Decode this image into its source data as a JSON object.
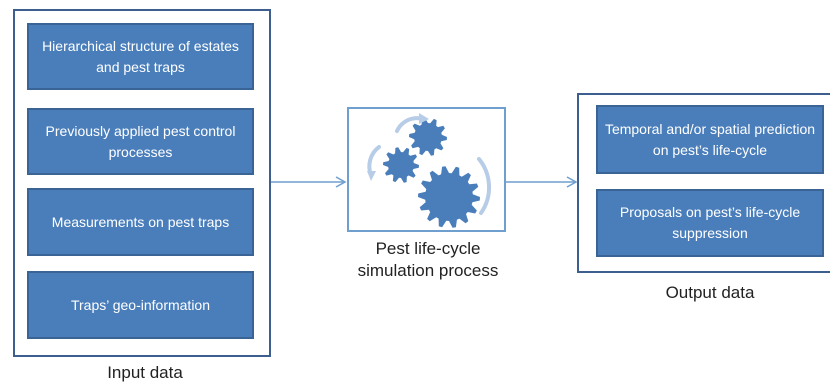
{
  "input": {
    "items": [
      "Hierarchical structure of estates and pest traps",
      "Previously applied pest control processes",
      "Measurements on pest traps",
      "Traps’ geo-information"
    ],
    "label": "Input data"
  },
  "process": {
    "label": "Pest life-cycle simulation process",
    "icon": "gears-icon"
  },
  "output": {
    "items": [
      "Temporal and/or spatial prediction on pest’s life-cycle",
      "Proposals on pest’s life-cycle suppression"
    ],
    "label": "Output data"
  },
  "colors": {
    "box_fill": "#4a7ebb",
    "box_border": "#3a6496",
    "panel_border": "#3c5f8f",
    "arrow": "#6f9fcf",
    "gear": "#4a7ebb"
  }
}
